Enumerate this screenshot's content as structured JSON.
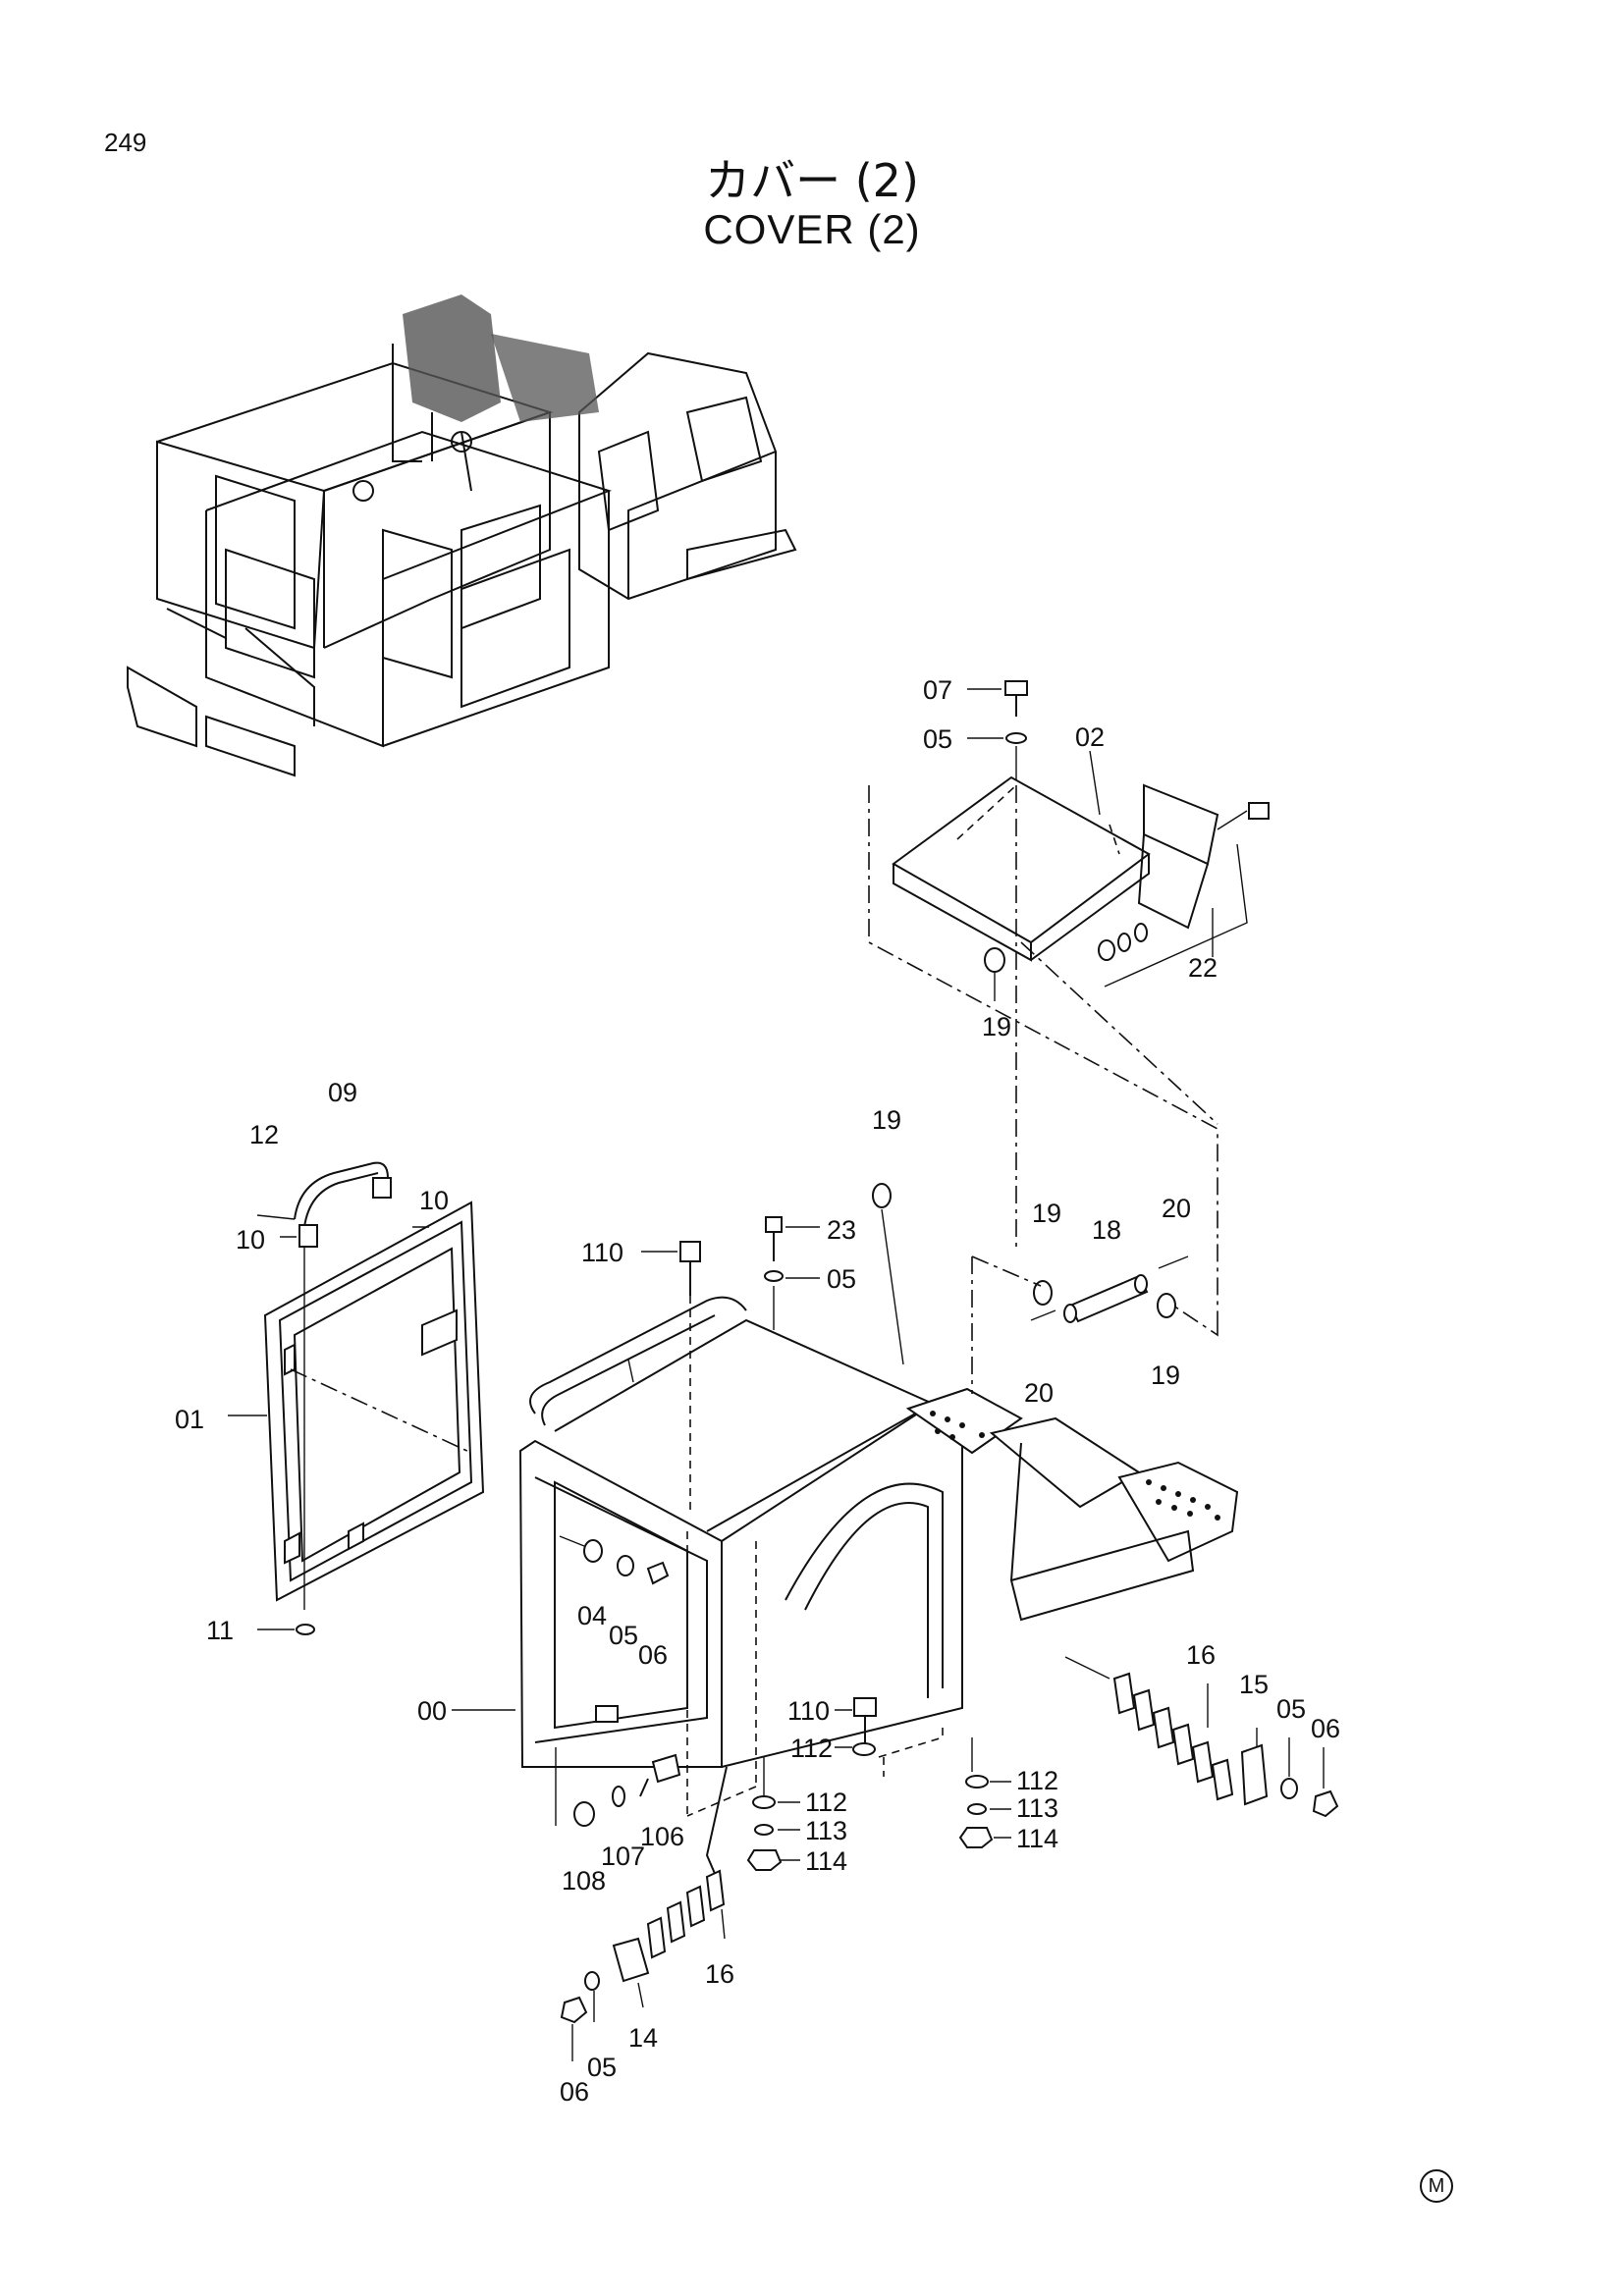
{
  "page_number": "249",
  "title_jp": "カバー (2)",
  "title_en": "COVER (2)",
  "corner_mark": "M",
  "labels": {
    "l07": "07",
    "l05a": "05",
    "l02": "02",
    "l22": "22",
    "l19a": "19",
    "l09": "09",
    "l12": "12",
    "l10a": "10",
    "l10b": "10",
    "l01": "01",
    "l11": "11",
    "l19b": "19",
    "l23": "23",
    "l05b": "05",
    "l110a": "110",
    "l19c": "19",
    "l18": "18",
    "l20a": "20",
    "l20b": "20",
    "l19d": "19",
    "l04": "04",
    "l05c": "05",
    "l06a": "06",
    "l00": "00",
    "l110b": "110",
    "l112a": "112",
    "l112b": "112",
    "l113a": "113",
    "l114a": "114",
    "l112c": "112",
    "l113b": "113",
    "l114b": "114",
    "l106": "106",
    "l107": "107",
    "l108": "108",
    "l16a": "16",
    "l15": "15",
    "l05d": "05",
    "l06b": "06",
    "l16b": "16",
    "l14": "14",
    "l05e": "05",
    "l06c": "06"
  }
}
